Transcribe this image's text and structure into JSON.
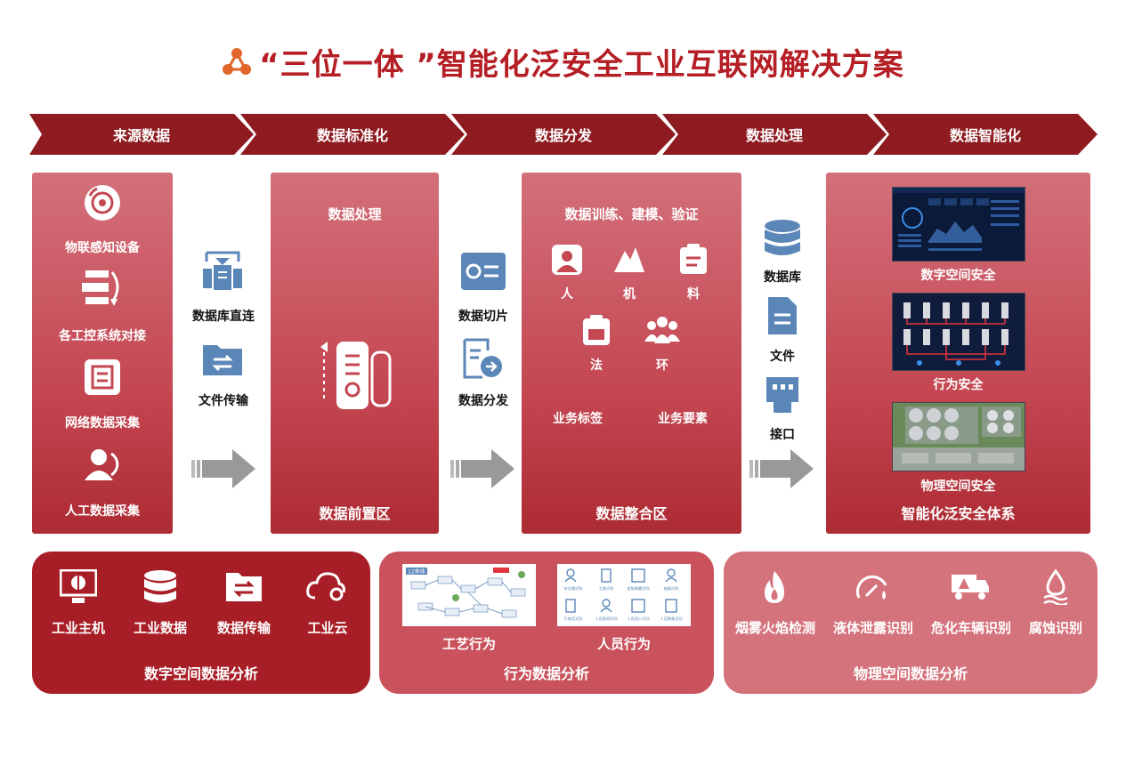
{
  "title": "“三位一体 ”智能化泛安全工业互联网解决方案",
  "stages": [
    "来源数据",
    "数据标准化",
    "数据分发",
    "数据处理",
    "数据智能化"
  ],
  "source": {
    "items": [
      "物联感知设备",
      "各工控系统对接",
      "网络数据采集",
      "人工数据采集"
    ]
  },
  "transfer1": {
    "items": [
      "数据库直连",
      "文件传输"
    ]
  },
  "front": {
    "top": "数据处理",
    "bottom": "数据前置区"
  },
  "transfer2": {
    "items": [
      "数据切片",
      "数据分发"
    ]
  },
  "integrate": {
    "top": "数据训练、建模、验证",
    "elements": [
      "人",
      "机",
      "料",
      "法",
      "环"
    ],
    "tags": [
      "业务标签",
      "业务要素"
    ],
    "bottom": "数据整合区"
  },
  "transfer3": {
    "items": [
      "数据库",
      "文件",
      "接口"
    ]
  },
  "intelligence": {
    "items": [
      "数字空间安全",
      "行为安全",
      "物理空间安全"
    ],
    "bottom": "智能化泛安全体系"
  },
  "digital_analysis": {
    "items": [
      "工业主机",
      "工业数据",
      "数据传输",
      "工业云"
    ],
    "title": "数字空间数据分析"
  },
  "behavior_analysis": {
    "items": [
      "工艺行为",
      "人员行为"
    ],
    "title": "行为数据分析",
    "people_labels": [
      "安全帽识别",
      "工服识别",
      "皮肤裸露识别",
      "抽烟识别",
      "打电话识别",
      "人员离岗识别",
      "人员闯入识别",
      "人员聚集识别"
    ],
    "process_label": "12单体"
  },
  "physical_analysis": {
    "items": [
      "烟雾火焰检测",
      "液体泄露识别",
      "危化车辆识别",
      "腐蚀识别"
    ],
    "title": "物理空间数据分析"
  },
  "colors": {
    "dark_red": "#8e1b20",
    "panel_red": "#c44752",
    "title_red": "#b41e24",
    "bottom_dark": "#a81e26",
    "bottom_mid": "#c9525c",
    "bottom_light": "#d4737c"
  }
}
